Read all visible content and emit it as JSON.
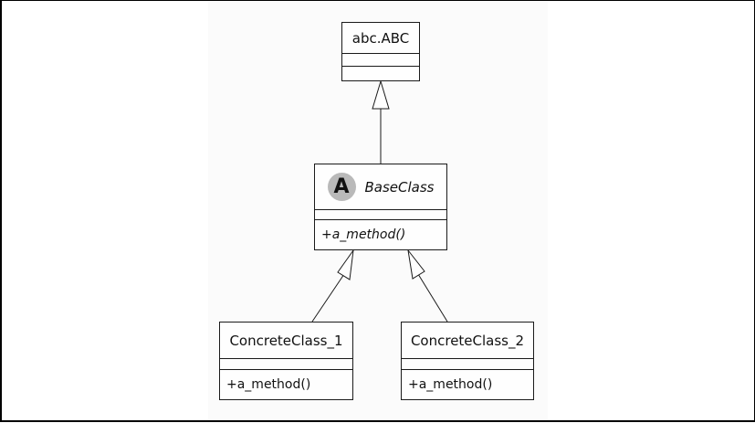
{
  "diagram": {
    "type": "uml-class-diagram",
    "classes": {
      "abc": {
        "name": "abc.ABC",
        "methods": []
      },
      "base": {
        "name": "BaseClass",
        "stereotype_badge": "A",
        "abstract": true,
        "methods": [
          "+a_method()"
        ]
      },
      "concrete1": {
        "name": "ConcreteClass_1",
        "methods": [
          "+a_method()"
        ]
      },
      "concrete2": {
        "name": "ConcreteClass_2",
        "methods": [
          "+a_method()"
        ]
      }
    },
    "relations": [
      {
        "from": "BaseClass",
        "to": "abc.ABC",
        "kind": "generalization"
      },
      {
        "from": "ConcreteClass_1",
        "to": "BaseClass",
        "kind": "generalization"
      },
      {
        "from": "ConcreteClass_2",
        "to": "BaseClass",
        "kind": "generalization"
      }
    ],
    "colors": {
      "line": "#1a1a1a",
      "badge": "#b9b9b9",
      "box_fill": "#fefefe",
      "panel": "#fbfbfb"
    }
  }
}
